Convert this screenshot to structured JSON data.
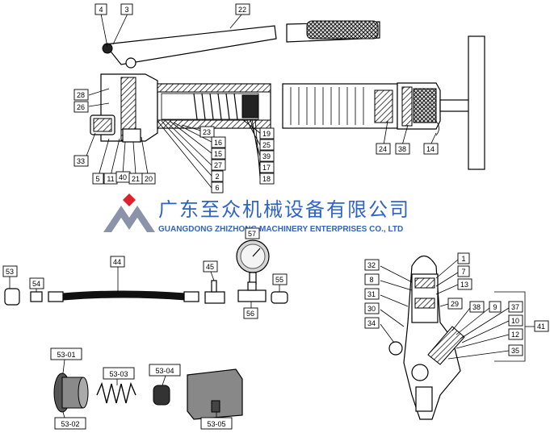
{
  "company": {
    "name_cn": "广东至众机械设备有限公司",
    "name_en": "GUANGDONG ZHIZHONG MACHINERY ENTERPRISES CO., LTD",
    "colors": {
      "brand_blue": "#2f63c6",
      "logo_red": "#e0202a",
      "logo_gray": "#8a93a8"
    }
  },
  "pump_labels": [
    "4",
    "3",
    "22",
    "28",
    "26",
    "33",
    "5",
    "11",
    "40",
    "21",
    "20",
    "23",
    "16",
    "15",
    "27",
    "2",
    "6",
    "19",
    "25",
    "39",
    "17",
    "18",
    "24",
    "38",
    "14"
  ],
  "accessory_labels": [
    "53",
    "54",
    "44",
    "45",
    "57",
    "56",
    "55"
  ],
  "valve_labels": [
    "32",
    "8",
    "31",
    "30",
    "34",
    "1",
    "7",
    "13",
    "29",
    "38",
    "9",
    "37",
    "10",
    "12",
    "35",
    "41"
  ],
  "coupler_labels": [
    "53-01",
    "53-03",
    "53-04",
    "53-02",
    "53-05"
  ]
}
